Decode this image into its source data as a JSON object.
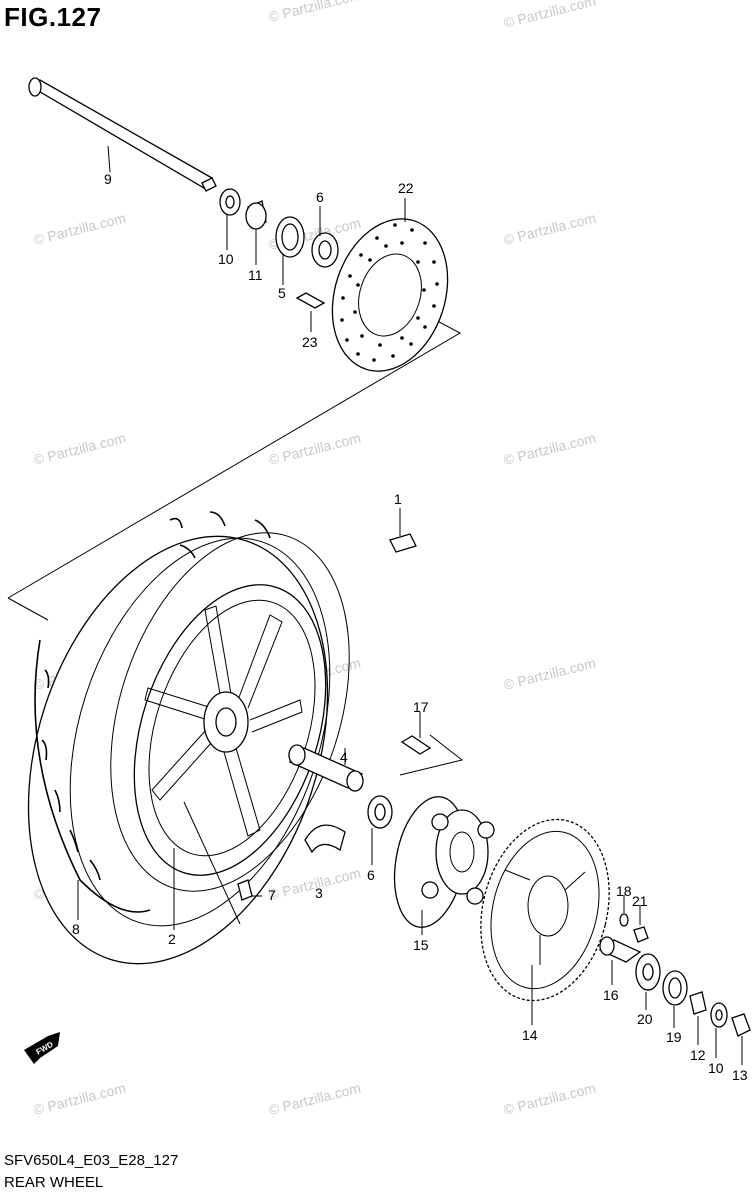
{
  "figure": {
    "title": "FIG.127",
    "code": "SFV650L4_E03_E28_127",
    "name": "REAR WHEEL"
  },
  "watermark": "© Partzilla.com",
  "callouts": {
    "c1": "1",
    "c2": "2",
    "c3": "3",
    "c4": "4",
    "c5": "5",
    "c6a": "6",
    "c6b": "6",
    "c7": "7",
    "c8": "8",
    "c9": "9",
    "c10a": "10",
    "c10b": "10",
    "c11": "11",
    "c12": "12",
    "c13": "13",
    "c14": "14",
    "c15": "15",
    "c16": "16",
    "c17": "17",
    "c18": "18",
    "c19": "19",
    "c20": "20",
    "c21": "21",
    "c22": "22",
    "c23": "23"
  },
  "fwd_label": "FWD"
}
